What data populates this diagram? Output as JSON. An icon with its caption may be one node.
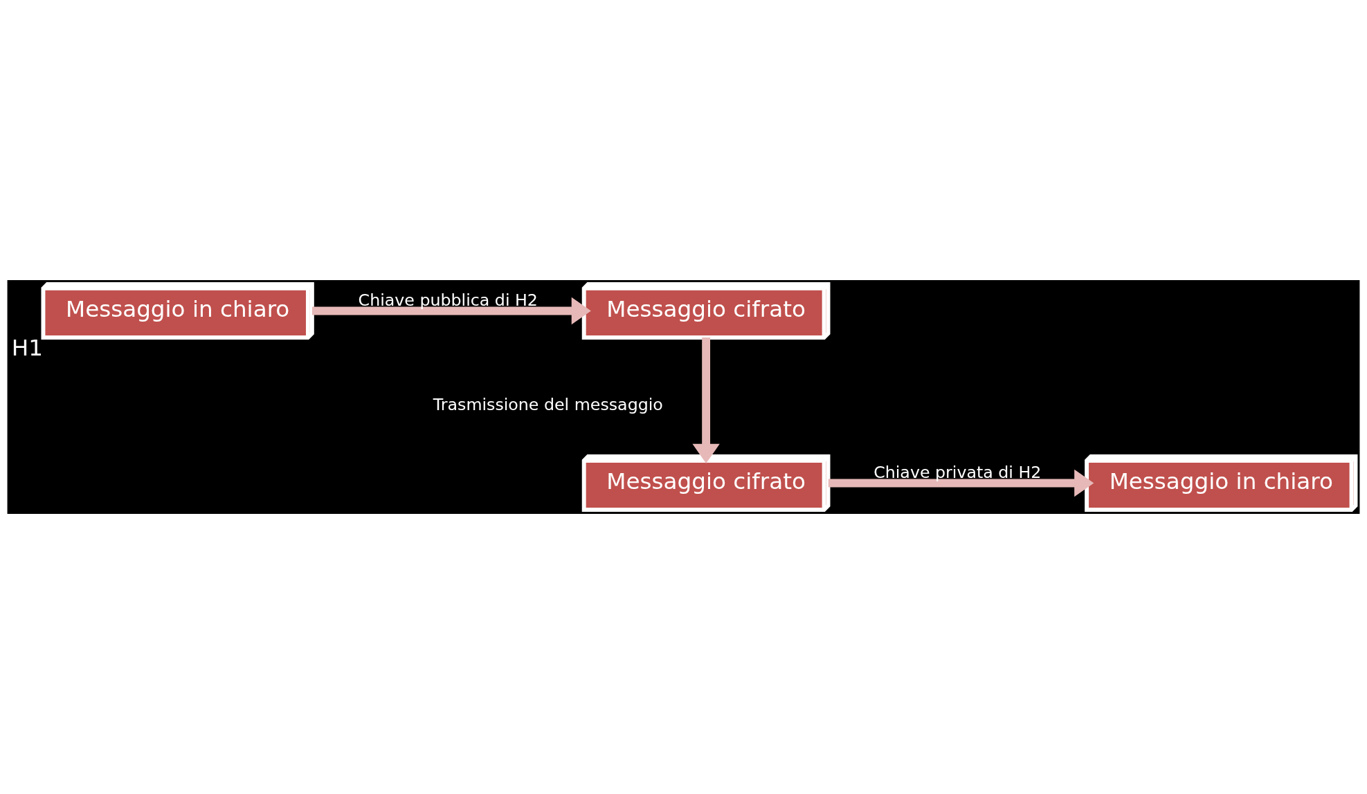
{
  "diagram": {
    "nodes": [
      {
        "text": [
          "Messaggio in chiaro"
        ],
        "beside": [
          "H1"
        ]
      },
      {
        "text": [
          "Messaggio cifrato"
        ]
      },
      {
        "text": [
          "Messaggio cifrato"
        ]
      },
      {
        "text": [
          "Messaggio in chiaro"
        ]
      }
    ],
    "edges": [
      {
        "from": 0,
        "to": 1,
        "arrow": "to",
        "label": "Chiave pubblica di H2"
      },
      {
        "from": 1,
        "to": 2,
        "arrow": "to",
        "label": "Trasmissione del messaggio"
      },
      {
        "from": 2,
        "to": 3,
        "arrow": "to",
        "label": "Chiave privata di H2"
      }
    ]
  }
}
